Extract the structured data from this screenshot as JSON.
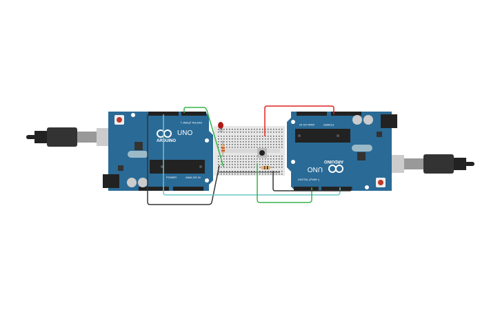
{
  "boards": [
    {
      "brand": "ARDUINO",
      "model": "UNO",
      "digital_label": "DIGITAL (PWM~)",
      "power_label": "POWER",
      "analog_label": "ANALOG IN"
    },
    {
      "brand": "ARDUINO",
      "model": "UNO",
      "digital_label": "DIGITAL (PWM~)",
      "power_label": "POWER",
      "analog_label": "ANALOG IN"
    }
  ],
  "colors": {
    "board": "#2a6a96",
    "breadboard": "#e6e6e6",
    "wire_green": "#36b34a",
    "wire_red": "#e02020",
    "wire_black": "#333333",
    "wire_cyan": "#6cc6c9",
    "led": "#b01818"
  }
}
